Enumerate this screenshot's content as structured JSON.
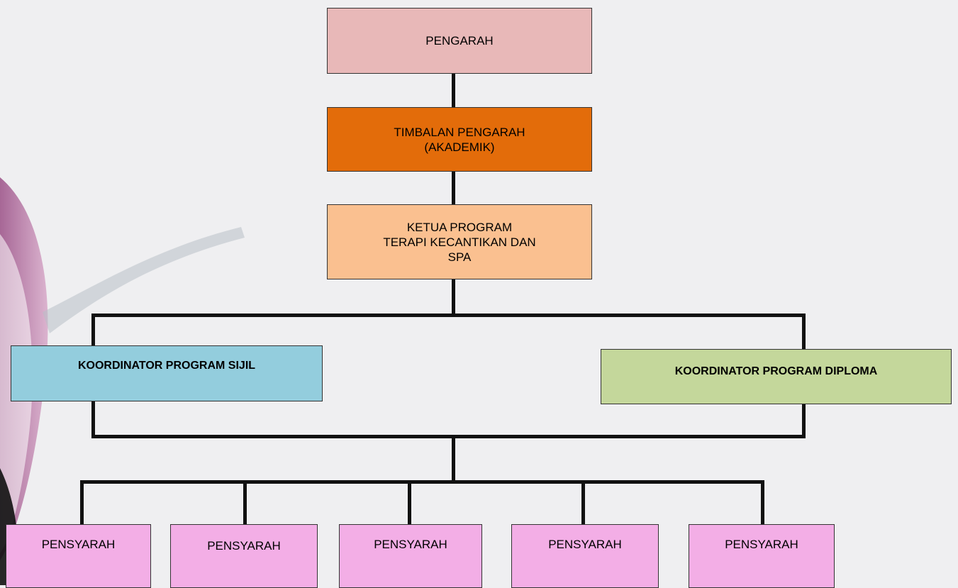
{
  "nodes": {
    "director": "PENGARAH",
    "deputy_line1": "TIMBALAN PENGARAH",
    "deputy_line2": "(AKADEMIK)",
    "head_line1": "KETUA PROGRAM",
    "head_line2": "TERAPI KECANTIKAN DAN",
    "head_line3": "SPA",
    "coord_certificate": "KOORDINATOR PROGRAM SIJIL",
    "coord_diploma": "KOORDINATOR PROGRAM DIPLOMA",
    "lecturers": [
      "PENSYARAH",
      "PENSYARAH",
      "PENSYARAH",
      "PENSYARAH",
      "PENSYARAH"
    ]
  },
  "colors": {
    "director": "#e8b8b8",
    "deputy": "#e36c0a",
    "head": "#fac090",
    "coord_certificate": "#93cddd",
    "coord_diploma": "#c4d79b",
    "lecturer": "#f3aee6"
  }
}
